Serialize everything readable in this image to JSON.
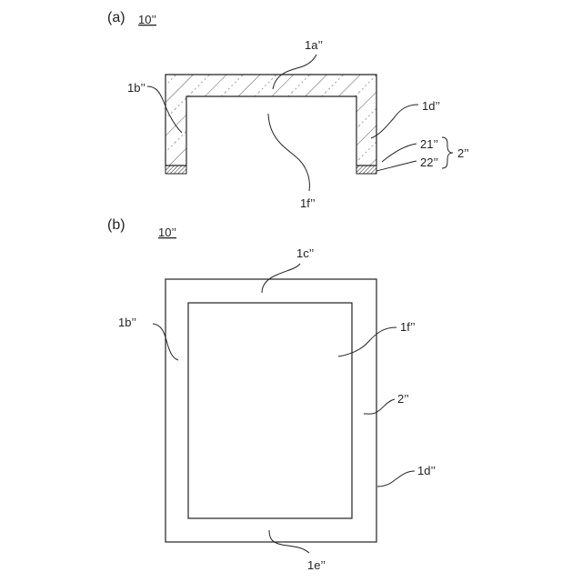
{
  "figure": {
    "panel_a": {
      "panel_label": "(a)",
      "ref_label": "10’’",
      "labels": {
        "top_wall": "1a’’",
        "left_wall": "1b’’",
        "right_wall": "1d’’",
        "inner_space": "1f’’",
        "layer_21": "21’’",
        "layer_22": "22’’",
        "group": "2’’"
      }
    },
    "panel_b": {
      "panel_label": "(b)",
      "ref_label": "10’’",
      "labels": {
        "top_side": "1c’’",
        "left_side": "1b’’",
        "inner": "1f’’",
        "edge_2": "2’’",
        "right_side": "1d’’",
        "bottom_side": "1e’’"
      }
    },
    "colors": {
      "line": "#222222",
      "hatch": "#555555",
      "background": "#ffffff"
    }
  }
}
